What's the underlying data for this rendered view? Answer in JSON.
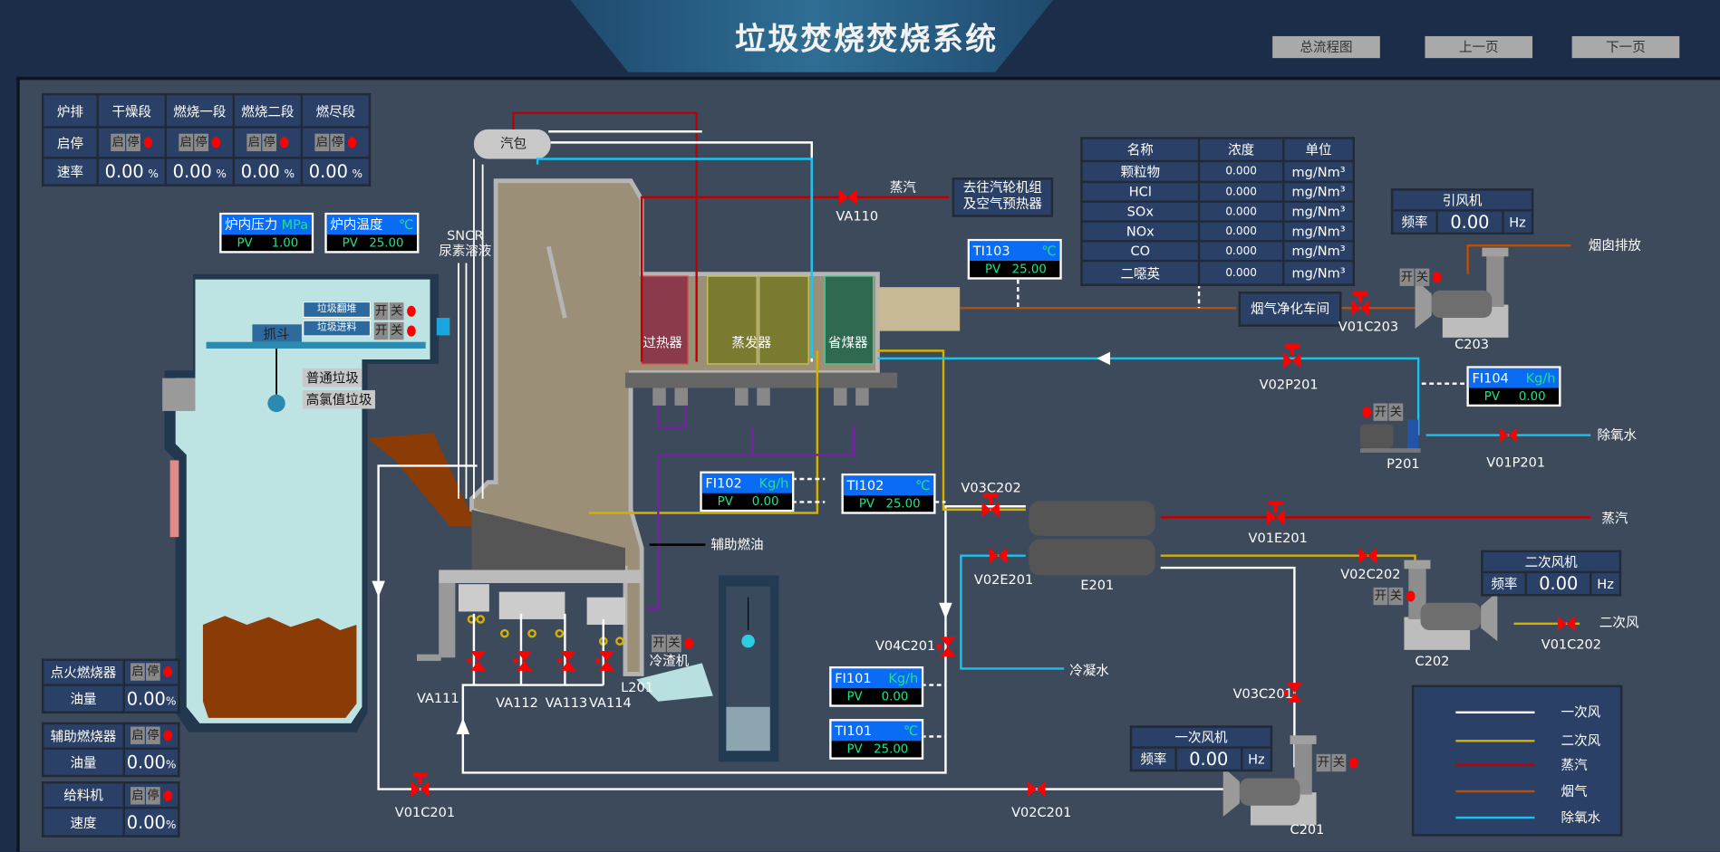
{
  "header": {
    "title": "垃圾焚烧焚烧系统",
    "nav": [
      "总流程图",
      "上一页",
      "下一页"
    ]
  },
  "grate": {
    "headers": [
      "炉排",
      "干燥段",
      "燃烧一段",
      "燃烧二段",
      "燃尽段"
    ],
    "row_startstop_label": "启停",
    "start": "启",
    "stop": "停",
    "row_rate_label": "速率",
    "rates": [
      "0.00",
      "0.00",
      "0.00",
      "0.00"
    ],
    "unit": "%"
  },
  "furnace_pressure": {
    "tag": "炉内压力",
    "unit": "MPa",
    "pv_label": "PV",
    "value": "1.00"
  },
  "furnace_temp": {
    "tag": "炉内温度",
    "unit": "℃",
    "pv_label": "PV",
    "value": "25.00"
  },
  "sncr": {
    "line1": "SNCR",
    "line2": "尿素溶液"
  },
  "bunker": {
    "grab": "抓斗",
    "turn_pile": "垃圾翻堆",
    "feed": "垃圾进料",
    "normal_waste": "普通垃圾",
    "high_cl_waste": "高氯值垃圾"
  },
  "switch": {
    "on": "开",
    "off": "关"
  },
  "boiler": {
    "drum": "汽包",
    "superheater": "过热器",
    "evaporator": "蒸发器",
    "economizer": "省煤器",
    "aux_fuel": "辅助燃油",
    "slag_cooler": "冷渣机",
    "slag_tag": "L201"
  },
  "steam_out": {
    "label": "蒸汽",
    "valve": "VA110",
    "dest": "去往汽轮机组\n及空气预热器",
    "dest1": "去往汽轮机组",
    "dest2": "及空气预热器"
  },
  "emissions": {
    "headers": [
      "名称",
      "浓度",
      "单位"
    ],
    "rows": [
      {
        "name": "颗粒物",
        "value": "0.000",
        "unit": "mg/Nm³"
      },
      {
        "name": "HCl",
        "value": "0.000",
        "unit": "mg/Nm³"
      },
      {
        "name": "SOx",
        "value": "0.000",
        "unit": "mg/Nm³"
      },
      {
        "name": "NOx",
        "value": "0.000",
        "unit": "mg/Nm³"
      },
      {
        "name": "CO",
        "value": "0.000",
        "unit": "mg/Nm³"
      },
      {
        "name": "二噁英",
        "value": "0.000",
        "unit": "mg/Nm³"
      }
    ]
  },
  "id_fan": {
    "title": "引风机",
    "freq_label": "频率",
    "value": "0.00",
    "unit": "Hz",
    "tag": "C203",
    "valve": "V01C203",
    "exhaust": "烟囱排放",
    "cleaning": "烟气净化车间"
  },
  "secondary_fan": {
    "title": "二次风机",
    "freq_label": "频率",
    "value": "0.00",
    "unit": "Hz",
    "tag": "C202",
    "valve_in": "V01C202",
    "valve_out": "V02C202",
    "inlet": "二次风"
  },
  "primary_fan": {
    "title": "一次风机",
    "freq_label": "频率",
    "value": "0.00",
    "unit": "Hz",
    "tag": "C201",
    "valves": [
      "V01C201",
      "V02C201",
      "V03C201",
      "V04C201"
    ]
  },
  "instruments": {
    "TI103": {
      "tag": "TI103",
      "unit": "℃",
      "pv_label": "PV",
      "value": "25.00"
    },
    "FI104": {
      "tag": "FI104",
      "unit": "Kg/h",
      "pv_label": "PV",
      "value": "0.00"
    },
    "FI102": {
      "tag": "FI102",
      "unit": "Kg/h",
      "pv_label": "PV",
      "value": "0.00"
    },
    "TI102": {
      "tag": "TI102",
      "unit": "℃",
      "pv_label": "PV",
      "value": "25.00"
    },
    "FI101": {
      "tag": "FI101",
      "unit": "Kg/h",
      "pv_label": "PV",
      "value": "0.00"
    },
    "TI101": {
      "tag": "TI101",
      "unit": "℃",
      "pv_label": "PV",
      "value": "25.00"
    }
  },
  "pump": {
    "tag": "P201",
    "valve_out": "V02P201",
    "valve_in": "V01P201",
    "source": "除氧水"
  },
  "heater": {
    "tag": "E201",
    "steam": "蒸汽",
    "v_steam": "V01E201",
    "v_cond": "V02E201",
    "v_air": "V03C202",
    "condensate": "冷凝水"
  },
  "grate_valves": [
    "VA111",
    "VA112",
    "VA113",
    "VA114"
  ],
  "burners": [
    {
      "name": "点火燃烧器",
      "label": "油量",
      "value": "0.00",
      "unit": "%"
    },
    {
      "name": "辅助燃烧器",
      "label": "油量",
      "value": "0.00",
      "unit": "%"
    },
    {
      "name": "给料机",
      "label": "速度",
      "value": "0.00",
      "unit": "%"
    }
  ],
  "legend": [
    {
      "label": "一次风",
      "color": "#ffffff"
    },
    {
      "label": "二次风",
      "color": "#d4b000"
    },
    {
      "label": "蒸汽",
      "color": "#c00000"
    },
    {
      "label": "烟气",
      "color": "#b5500f"
    },
    {
      "label": "除氧水",
      "color": "#19c3f0"
    }
  ],
  "colors": {
    "primary_air": "#ffffff",
    "secondary_air": "#d4b000",
    "steam": "#c00000",
    "flue_gas": "#b5500f",
    "water": "#19c3f0",
    "fuel": "#7a1fa8",
    "valve": "#ff0000",
    "panel": "#3d4a5c"
  }
}
